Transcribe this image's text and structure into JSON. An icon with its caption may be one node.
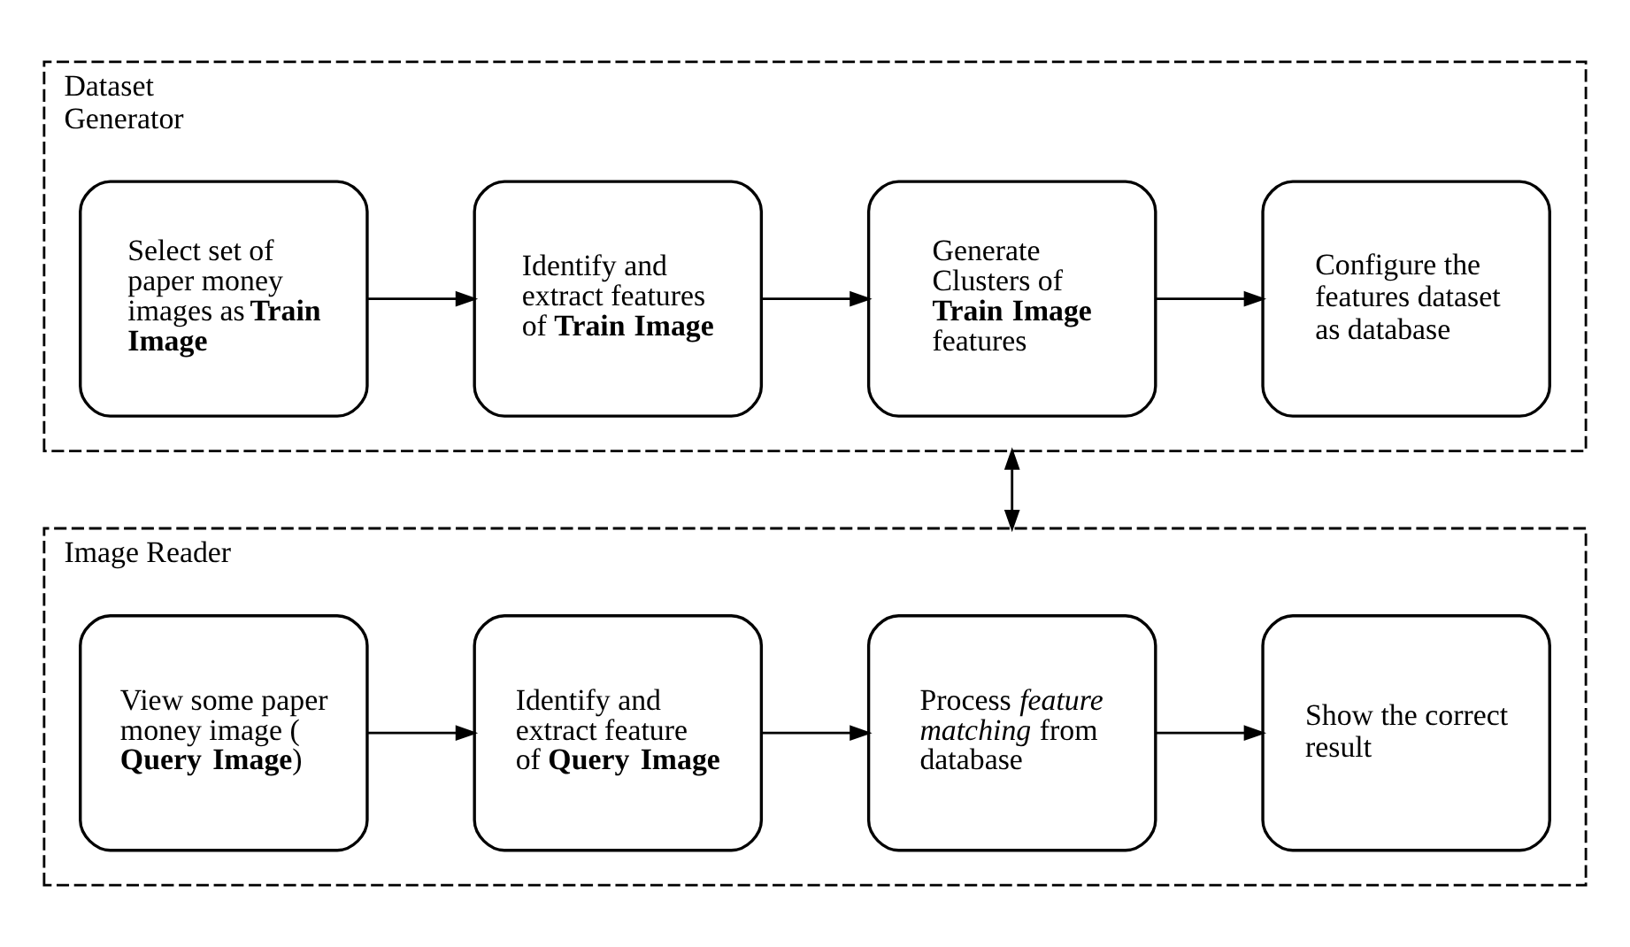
{
  "diagram": {
    "nodes": [
      {
        "text": [
          "Dataset Generator"
        ]
      },
      {
        "text": [
          "Select set of paper money images as **Train Image**"
        ],
        "in": 0
      },
      {
        "text": [
          "Identify and extract features of **Train Image**"
        ],
        "in": 0
      },
      {
        "text": [
          "Generate Clusters of **Train Image** features"
        ],
        "in": 0
      },
      {
        "text": [
          "Configure the features dataset as database"
        ],
        "in": 0
      },
      {
        "text": [
          "Image Reader"
        ]
      },
      {
        "text": [
          "View some paper money image (**Query Image**)"
        ],
        "in": 5
      },
      {
        "text": [
          "Identify and extract feature of **Query Image**"
        ],
        "in": 5
      },
      {
        "text": [
          "Process *feature matching* from database"
        ],
        "in": 5
      },
      {
        "text": [
          "Show the correct result"
        ],
        "in": 5
      }
    ],
    "edges": [
      {
        "from": 1,
        "to": 2,
        "arrow": "to"
      },
      {
        "from": 2,
        "to": 3,
        "arrow": "to"
      },
      {
        "from": 3,
        "to": 4,
        "arrow": "to"
      },
      {
        "from": 0,
        "to": 5,
        "arrow": "both"
      },
      {
        "from": 6,
        "to": 7,
        "arrow": "to"
      },
      {
        "from": 7,
        "to": 8,
        "arrow": "to"
      },
      {
        "from": 8,
        "to": 9,
        "arrow": "to"
      }
    ]
  }
}
